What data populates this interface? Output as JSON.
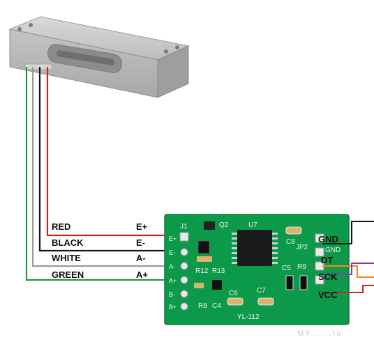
{
  "left_labels": {
    "red": "RED",
    "black": "BLACK",
    "white": "WHITE",
    "green": "GREEN"
  },
  "terminal_labels": {
    "e_plus": "E+",
    "e_minus": "E-",
    "a_minus": "A-",
    "a_plus": "A+"
  },
  "right_labels": {
    "gnd": "GND",
    "dt": "DT",
    "sck": "SCK",
    "vcc": "VCC"
  },
  "board_silkscreen": {
    "j1": "J1",
    "q2": "Q2",
    "u7": "U7",
    "c8_top": "C8",
    "jp2": "JP2",
    "gnd_pin": "GND",
    "e_plus_pin": "E+",
    "e_minus_pin": "E-",
    "a_minus_pin": "A-",
    "a_plus_pin": "A+",
    "b_minus_pin": "B-",
    "b_plus_pin": "B+",
    "r12": "R12",
    "r13": "R13",
    "c5": "C5",
    "r9": "R9",
    "c6": "C6",
    "c7": "C7",
    "r8": "R8",
    "c4": "C4",
    "model": "YL-112"
  },
  "watermark": "MY ... .ru",
  "colors": {
    "red_wire": "#d4231e",
    "black_wire": "#151515",
    "white_wire": "#9a9a9a",
    "green_wire": "#1e9a3a",
    "orange_wire": "#f08a1c",
    "purple_wire": "#8a3aa8",
    "pcb": "#0c9a4a",
    "load_cell": "#b9b9b9"
  },
  "icons": {
    "load_cell": "load-cell-icon",
    "hx711_board": "hx711-board-icon"
  }
}
